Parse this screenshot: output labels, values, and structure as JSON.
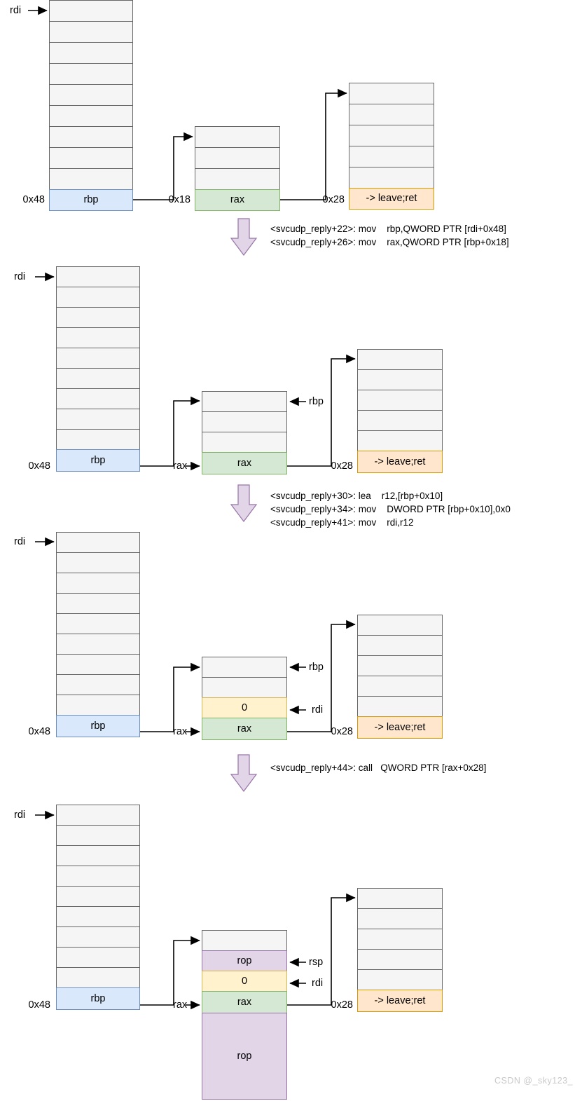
{
  "diagram": {
    "title": "svcudp_reply ROP stack pivot walkthrough",
    "colors": {
      "gray_fill": "#f5f5f5",
      "gray_stroke": "#666666",
      "blue_fill": "#dae8fc",
      "blue_stroke": "#6c8ebf",
      "green_fill": "#d5e8d4",
      "green_stroke": "#82b366",
      "orange_fill": "#ffe6cc",
      "orange_stroke": "#d79b00",
      "yellow_fill": "#fff2cc",
      "yellow_stroke": "#d6b656",
      "purple_fill": "#e1d5e7",
      "purple_stroke": "#9673a6",
      "connector": "#000000",
      "watermark": "#c9c9c9"
    },
    "registers": {
      "rdi": "rdi",
      "rbp": "rbp",
      "rax": "rax",
      "rsp": "rsp"
    },
    "offsets": {
      "o48": "0x48",
      "o18": "0x18",
      "o28": "0x28"
    },
    "cell_values": {
      "rbp": "rbp",
      "rax": "rax",
      "leave_ret": "-> leave;ret",
      "zero": "0",
      "rop": "rop",
      "empty": ""
    }
  },
  "panels": [
    {
      "id": "panel-1",
      "left_stack": {
        "rows": 9,
        "bottom_label": "rbp",
        "bottom_color": "blue",
        "offset": "0x48"
      },
      "middle_stack": {
        "rows": 3,
        "bottom_label": "rax",
        "bottom_color": "green",
        "offset": "0x18"
      },
      "right_stack": {
        "rows": 5,
        "bottom_label": "-> leave;ret",
        "bottom_color": "orange",
        "offset": "0x28"
      },
      "pointer_labels": [
        "rdi"
      ],
      "instructions": [
        "<svcudp_reply+22>: mov    rbp,QWORD PTR [rdi+0x48]",
        "<svcudp_reply+26>: mov    rax,QWORD PTR [rbp+0x18]"
      ]
    },
    {
      "id": "panel-2",
      "left_stack": {
        "rows": 9,
        "bottom_label": "rbp",
        "bottom_color": "blue",
        "offset": "0x48"
      },
      "middle_stack": {
        "rows": 3,
        "bottom_label": "rax",
        "bottom_color": "green",
        "offset": ""
      },
      "right_stack": {
        "rows": 5,
        "bottom_label": "-> leave;ret",
        "bottom_color": "orange",
        "offset": "0x28"
      },
      "pointer_labels": [
        "rdi",
        "rax",
        "rbp"
      ],
      "instructions": [
        "<svcudp_reply+30>: lea    r12,[rbp+0x10]",
        "<svcudp_reply+34>: mov    DWORD PTR [rbp+0x10],0x0",
        "<svcudp_reply+41>: mov    rdi,r12"
      ]
    },
    {
      "id": "panel-3",
      "left_stack": {
        "rows": 9,
        "bottom_label": "rbp",
        "bottom_color": "blue",
        "offset": "0x48"
      },
      "middle_stack": {
        "rows": 2,
        "bottom_label": "rax",
        "bottom_color": "green",
        "offset": "",
        "extra_rows": [
          {
            "label": "0",
            "color": "yellow"
          }
        ]
      },
      "right_stack": {
        "rows": 5,
        "bottom_label": "-> leave;ret",
        "bottom_color": "orange",
        "offset": "0x28"
      },
      "pointer_labels": [
        "rdi",
        "rax",
        "rbp",
        "rdi"
      ],
      "instructions": [
        "<svcudp_reply+44>: call   QWORD PTR [rax+0x28]"
      ]
    },
    {
      "id": "panel-4",
      "left_stack": {
        "rows": 9,
        "bottom_label": "rbp",
        "bottom_color": "blue",
        "offset": "0x48"
      },
      "middle_stack": {
        "rows": 1,
        "bottom_label": "rax",
        "bottom_color": "green",
        "offset": "",
        "extra_rows": [
          {
            "label": "rop",
            "color": "purple"
          },
          {
            "label": "0",
            "color": "yellow"
          }
        ],
        "tail_block": {
          "label": "rop",
          "color": "purple"
        }
      },
      "right_stack": {
        "rows": 5,
        "bottom_label": "-> leave;ret",
        "bottom_color": "orange",
        "offset": "0x28"
      },
      "pointer_labels": [
        "rdi",
        "rax",
        "rsp",
        "rdi"
      ],
      "instructions": []
    }
  ],
  "labels": {
    "p1_rdi": "rdi",
    "p1_off_left": "0x48",
    "p1_cell_rbp": "rbp",
    "p1_off_mid": "0x18",
    "p1_cell_rax": "rax",
    "p1_off_right": "0x28",
    "p1_cell_leaveret": "-> leave;ret",
    "p1_instr_1": "<svcudp_reply+22>: mov    rbp,QWORD PTR [rdi+0x48]",
    "p1_instr_2": "<svcudp_reply+26>: mov    rax,QWORD PTR [rbp+0x18]",
    "p2_rdi": "rdi",
    "p2_off_left": "0x48",
    "p2_cell_rbp": "rbp",
    "p2_rax_arrow": "rax",
    "p2_cell_rax": "rax",
    "p2_rbp_arrow": "rbp",
    "p2_off_right": "0x28",
    "p2_cell_leaveret": "-> leave;ret",
    "p2_instr_1": "<svcudp_reply+30>: lea    r12,[rbp+0x10]",
    "p2_instr_2": "<svcudp_reply+34>: mov    DWORD PTR [rbp+0x10],0x0",
    "p2_instr_3": "<svcudp_reply+41>: mov    rdi,r12",
    "p3_rdi": "rdi",
    "p3_off_left": "0x48",
    "p3_cell_rbp": "rbp",
    "p3_rax_arrow": "rax",
    "p3_cell_rax": "rax",
    "p3_cell_zero": "0",
    "p3_rbp_arrow": "rbp",
    "p3_rdi_arrow": "rdi",
    "p3_off_right": "0x28",
    "p3_cell_leaveret": "-> leave;ret",
    "p3_instr_1": "<svcudp_reply+44>: call   QWORD PTR [rax+0x28]",
    "p4_rdi": "rdi",
    "p4_off_left": "0x48",
    "p4_cell_rbp": "rbp",
    "p4_rax_arrow": "rax",
    "p4_cell_rax": "rax",
    "p4_cell_zero": "0",
    "p4_cell_rop": "rop",
    "p4_rsp_arrow": "rsp",
    "p4_rdi_arrow": "rdi",
    "p4_off_right": "0x28",
    "p4_cell_leaveret": "-> leave;ret",
    "p4_tail_rop": "rop"
  },
  "watermark": {
    "text": "CSDN @_sky123_"
  }
}
